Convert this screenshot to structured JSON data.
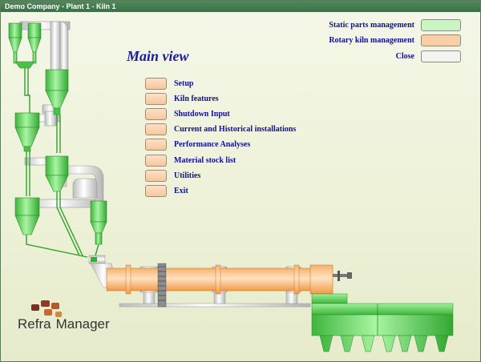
{
  "window": {
    "title": "Demo Company - Plant 1 - Kiln 1"
  },
  "main": {
    "title": "Main view"
  },
  "menu": [
    {
      "label": "Setup"
    },
    {
      "label": "Kiln features"
    },
    {
      "label": "Shutdown Input"
    },
    {
      "label": "Current and Historical installations"
    },
    {
      "label": "Performance Analyses"
    },
    {
      "label": "Material stock list"
    },
    {
      "label": "Utilities"
    },
    {
      "label": "Exit"
    }
  ],
  "right_panel": {
    "static_parts": {
      "label": "Static parts management",
      "color": "#c8f5c0"
    },
    "rotary_kiln": {
      "label": "Rotary kiln management",
      "color": "#f9cfa6"
    },
    "close": {
      "label": "Close",
      "color": "#f3f3ef"
    }
  },
  "logo": {
    "part1": "Refra",
    "part2": "Manager"
  },
  "colors": {
    "plant_green": "#5fd35c",
    "kiln_orange": "#f7b56e",
    "link_blue": "#10109a"
  }
}
